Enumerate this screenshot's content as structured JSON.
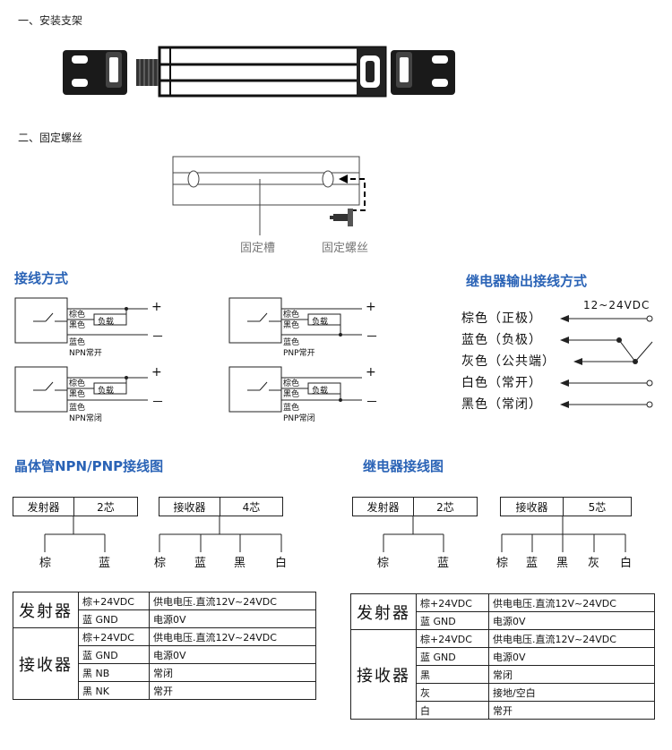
{
  "section1_title": "一、安装支架",
  "section2_title": "二、固定螺丝",
  "screw_labels": {
    "groove": "固定槽",
    "screw": "固定螺丝"
  },
  "wiring_title": "接线方式",
  "relay_output_title": "继电器输出接线方式",
  "wiring_diagrams": [
    {
      "brown": "棕色",
      "black": "黑色",
      "blue": "蓝色",
      "load": "负载",
      "caption": "NPN常开",
      "plus": "+",
      "minus": "－"
    },
    {
      "brown": "棕色",
      "black": "黑色",
      "blue": "蓝色",
      "load": "负载",
      "caption": "PNP常开",
      "plus": "+",
      "minus": "－"
    },
    {
      "brown": "棕色",
      "black": "黑色",
      "blue": "蓝色",
      "load": "负载",
      "caption": "NPN常闭",
      "plus": "+",
      "minus": "－"
    },
    {
      "brown": "棕色",
      "black": "黑色",
      "blue": "蓝色",
      "load": "负载",
      "caption": "PNP常闭",
      "plus": "+",
      "minus": "－"
    }
  ],
  "relay_output": {
    "voltage": "12~24VDC",
    "rows": [
      "棕色（正极）",
      "蓝色（负极）",
      "灰色（公共端）",
      "白色（常开）",
      "黑色（常闭）"
    ]
  },
  "transistor_title": "晶体管NPN/PNP接线图",
  "relay_diagram_title": "继电器接线图",
  "transistor_tree": {
    "emitter": "发射器",
    "emitter_cores": "2芯",
    "receiver": "接收器",
    "receiver_cores": "4芯",
    "emitter_wires": [
      "棕",
      "蓝"
    ],
    "receiver_wires": [
      "棕",
      "蓝",
      "黑",
      "白"
    ]
  },
  "relay_tree": {
    "emitter": "发射器",
    "emitter_cores": "2芯",
    "receiver": "接收器",
    "receiver_cores": "5芯",
    "emitter_wires": [
      "棕",
      "蓝"
    ],
    "receiver_wires": [
      "棕",
      "蓝",
      "黑",
      "灰",
      "白"
    ]
  },
  "transistor_table": {
    "emitter_label": "发射器",
    "receiver_label": "接收器",
    "emitter_rows": [
      [
        "棕+24VDC",
        "供电电压.直流12V~24VDC"
      ],
      [
        "蓝 GND",
        "电源0V"
      ]
    ],
    "receiver_rows": [
      [
        "棕+24VDC",
        "供电电压.直流12V~24VDC"
      ],
      [
        "蓝 GND",
        "电源0V"
      ],
      [
        "黑 NB",
        "常闭"
      ],
      [
        "黑 NK",
        "常开"
      ]
    ]
  },
  "relay_table": {
    "emitter_label": "发射器",
    "receiver_label": "接收器",
    "emitter_rows": [
      [
        "棕+24VDC",
        "供电电压.直流12V~24VDC"
      ],
      [
        "蓝 GND",
        "电源0V"
      ]
    ],
    "receiver_rows": [
      [
        "棕+24VDC",
        "供电电压.直流12V~24VDC"
      ],
      [
        "蓝 GND",
        "电源0V"
      ],
      [
        "黑",
        "常闭"
      ],
      [
        "灰",
        "接地/空白"
      ],
      [
        "白",
        "常开"
      ]
    ]
  }
}
